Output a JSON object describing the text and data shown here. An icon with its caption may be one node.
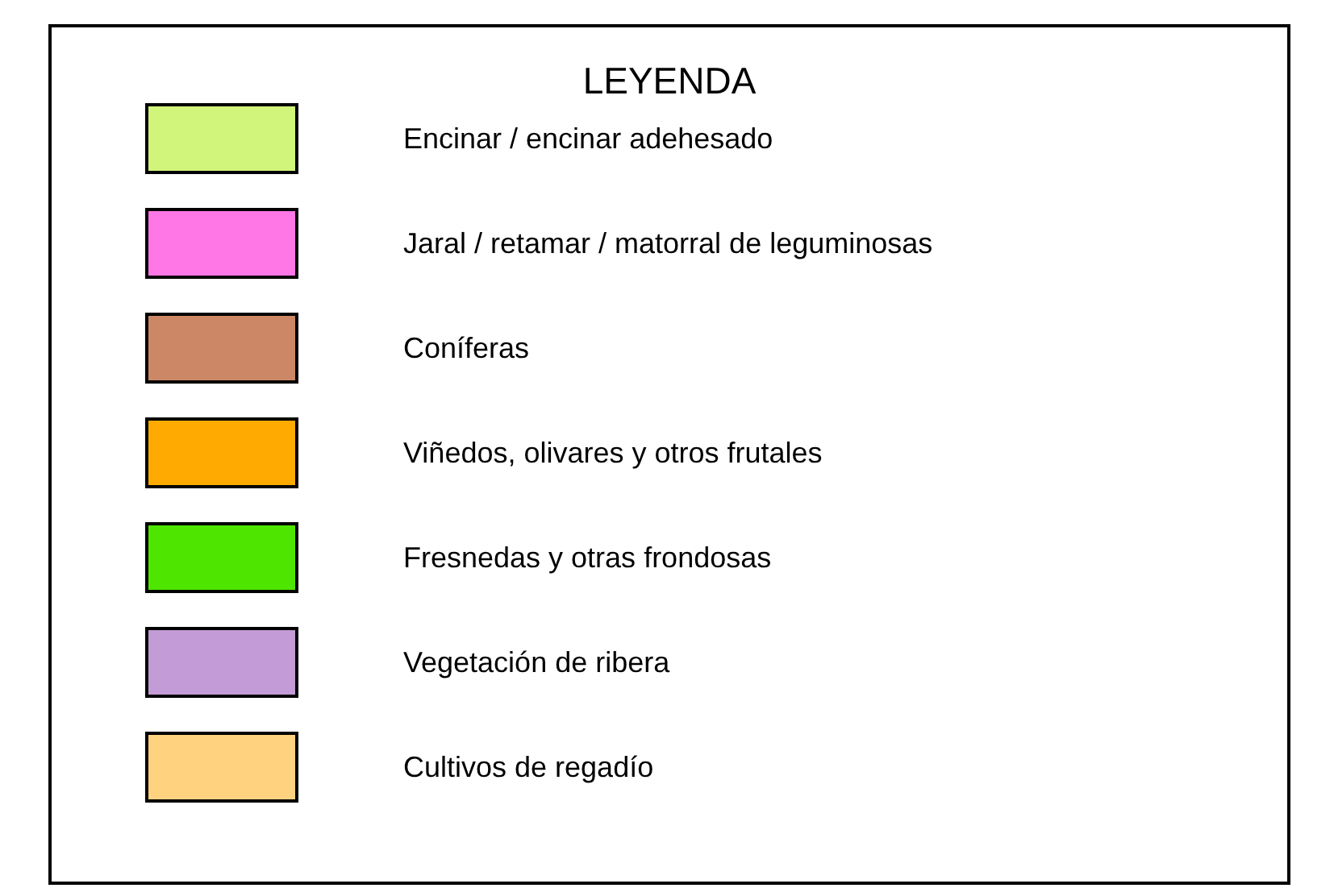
{
  "diagram": {
    "title": "LEYENDA",
    "legend": [
      {
        "text": "Encinar / encinar adehesado",
        "color": "#d0f57a"
      },
      {
        "text": "Jaral / retamar / matorral de leguminosas",
        "color": "#ff77e6"
      },
      {
        "text": "Coníferas",
        "color": "#cc8866"
      },
      {
        "text": "Viñedos, olivares y otros frutales",
        "color": "#ffaa00"
      },
      {
        "text": "Fresnedas y otras frondosas",
        "color": "#4ee600"
      },
      {
        "text": "Vegetación de ribera",
        "color": "#c39bd6"
      },
      {
        "text": "Cultivos de regadío",
        "color": "#ffd280"
      }
    ]
  }
}
